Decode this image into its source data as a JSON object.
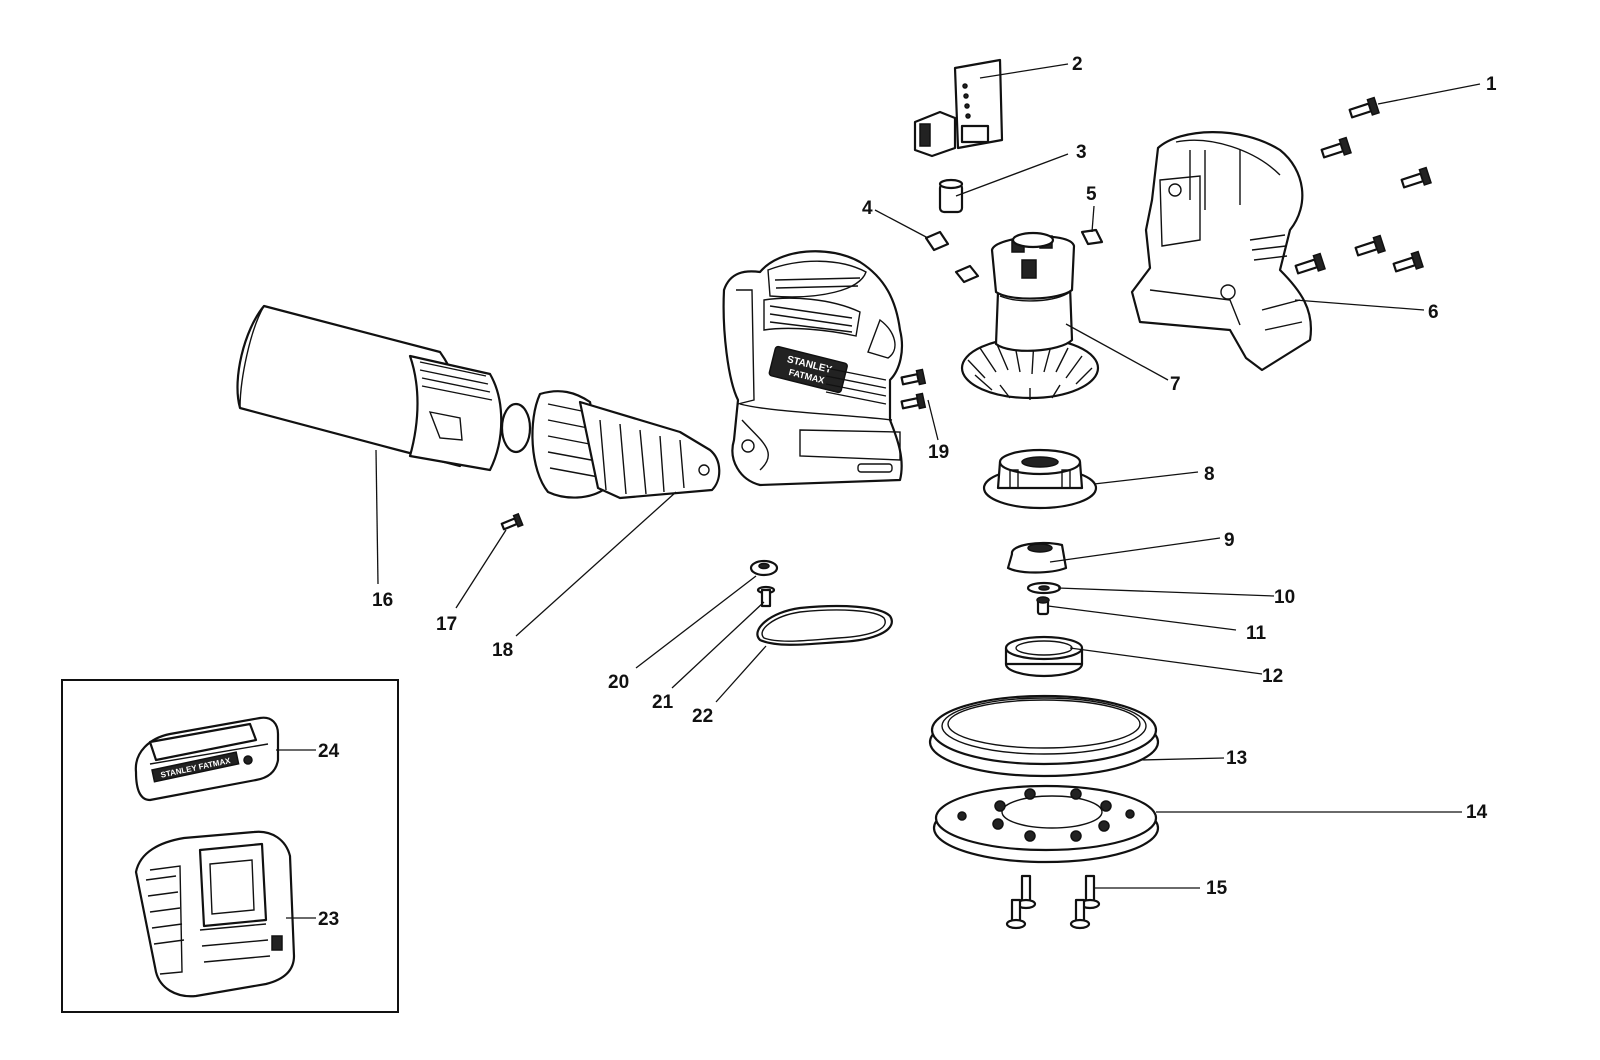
{
  "callouts": {
    "c1": "1",
    "c2": "2",
    "c3": "3",
    "c4": "4",
    "c5": "5",
    "c6": "6",
    "c7": "7",
    "c8": "8",
    "c9": "9",
    "c10": "10",
    "c11": "11",
    "c12": "12",
    "c13": "13",
    "c14": "14",
    "c15": "15",
    "c16": "16",
    "c17": "17",
    "c18": "18",
    "c19": "19",
    "c20": "20",
    "c21": "21",
    "c22": "22",
    "c23": "23",
    "c24": "24"
  },
  "labels": {
    "tool_brand": "STANLEY",
    "tool_series": "FATMAX",
    "battery_brand": "STANLEY FATMAX"
  },
  "colors": {
    "line": "#111111",
    "background": "#ffffff"
  }
}
